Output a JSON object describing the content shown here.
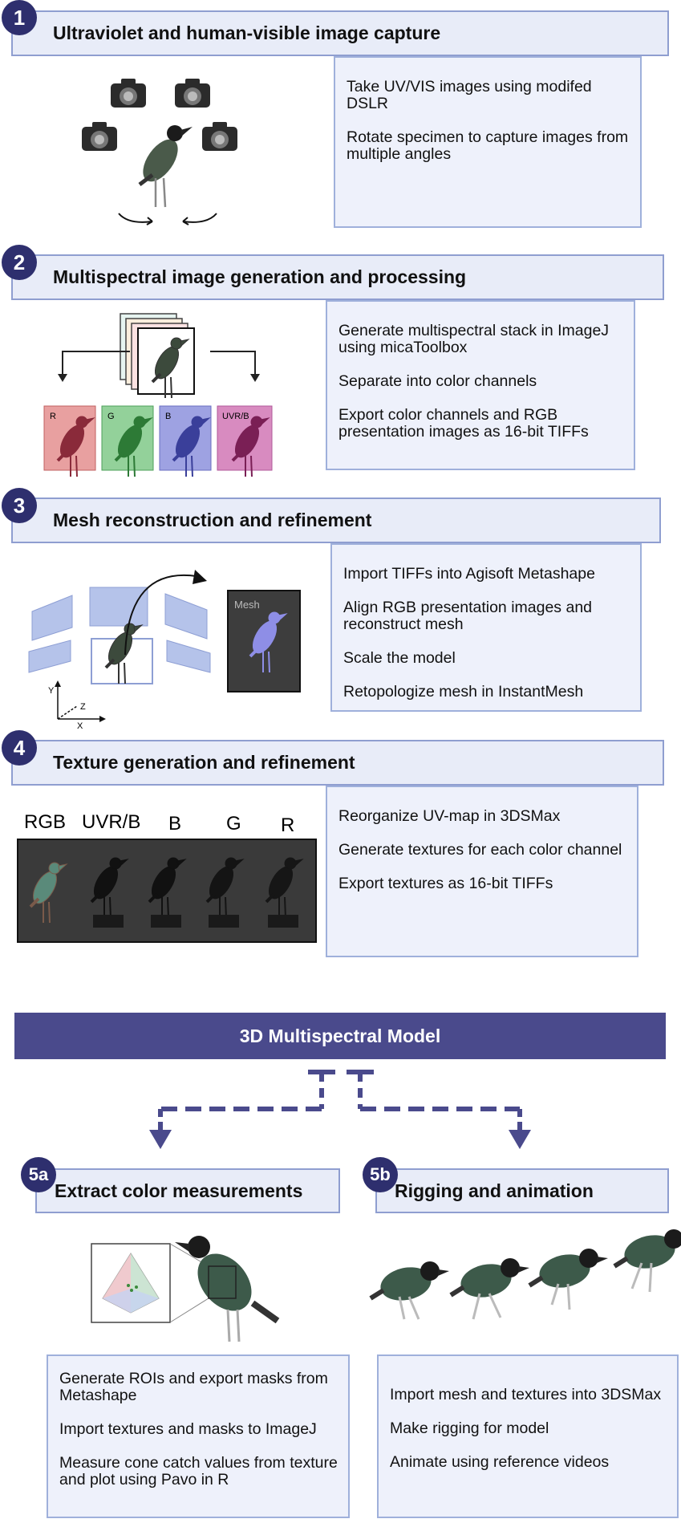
{
  "sections": [
    {
      "number": "1",
      "title": "Ultraviolet and human-visible image capture",
      "steps": [
        "Take UV/VIS images using modifed DSLR",
        "Rotate specimen to capture images from multiple angles"
      ]
    },
    {
      "number": "2",
      "title": "Multispectral image generation and processing",
      "steps": [
        "Generate multispectral stack in ImageJ using micaToolbox",
        "Separate into color channels",
        "Export color channels and RGB presentation images as 16-bit TIFFs"
      ],
      "channel_labels": [
        "R",
        "G",
        "B",
        "UVR/B"
      ]
    },
    {
      "number": "3",
      "title": "Mesh reconstruction and refinement",
      "steps": [
        "Import TIFFs into Agisoft Metashape",
        "Align RGB presentation images and reconstruct mesh",
        "Scale the model",
        "Retopologize mesh in InstantMesh"
      ],
      "mesh_label": "Mesh",
      "axes": {
        "x": "X",
        "y": "Y",
        "z": "Z"
      }
    },
    {
      "number": "4",
      "title": "Texture generation and refinement",
      "steps": [
        "Reorganize UV-map in 3DSMax",
        "Generate textures for each color channel",
        "Export textures as 16-bit TIFFs"
      ],
      "texture_labels": [
        "RGB",
        "UVR/B",
        "B",
        "G",
        "R"
      ]
    }
  ],
  "model_banner": "3D Multispectral Model",
  "branches": [
    {
      "number": "5a",
      "title": "Extract color measurements",
      "steps": [
        "Generate ROIs and export masks from Metashape",
        "Import textures and masks to ImageJ",
        "Measure cone catch values from texture and plot using Pavo in R"
      ]
    },
    {
      "number": "5b",
      "title": "Rigging and animation",
      "steps": [
        "Import mesh and textures into 3DSMax",
        "Make rigging for model",
        "Animate using reference videos"
      ]
    }
  ],
  "colors": {
    "header_bg": "#e8ecf8",
    "header_border": "#8f9ed0",
    "badge": "#2e2f6e",
    "box_bg": "#eef1fb",
    "banner": "#4a4a8c",
    "arrow": "#4a4a8c"
  }
}
